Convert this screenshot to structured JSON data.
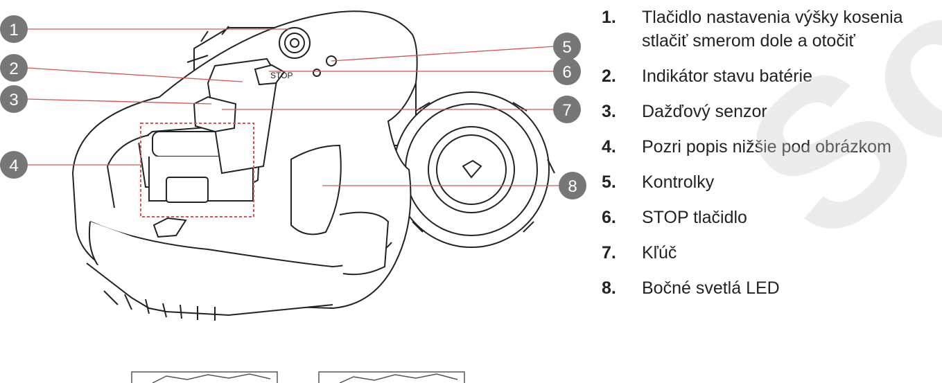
{
  "callouts": [
    "1",
    "2",
    "3",
    "4",
    "5",
    "6",
    "7",
    "8"
  ],
  "legend": [
    {
      "num": "1.",
      "text": "Tlačidlo nastavenia výšky kosenia stlačiť smerom dole a otočiť"
    },
    {
      "num": "2.",
      "text": "Indikátor stavu batérie"
    },
    {
      "num": "3.",
      "text": "Dažďový senzor"
    },
    {
      "num": "4.",
      "text": "Pozri popis nižšie pod obrázkom"
    },
    {
      "num": "5.",
      "text": "Kontrolky"
    },
    {
      "num": "6.",
      "text": "STOP tlačidlo"
    },
    {
      "num": "7.",
      "text": "Kľúč"
    },
    {
      "num": "8.",
      "text": "Bočné svetlá LED"
    }
  ],
  "device": {
    "stop_label": "STOP"
  },
  "watermark": "Sohn",
  "colors": {
    "callout": "#777777",
    "leader": "#d9534f",
    "outline": "#222222"
  }
}
